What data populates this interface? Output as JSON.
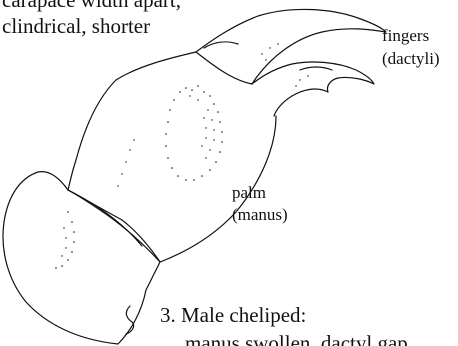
{
  "header": {
    "line1": "carapace width apart,",
    "line2": "clindrical, shorter"
  },
  "labels": {
    "fingers": "fingers",
    "fingers_sub": "(dactyli)",
    "palm": "palm",
    "palm_sub": "(manus)"
  },
  "caption": {
    "title": "3. Male cheliped:",
    "detail": "manus swollen, dactyl gap"
  },
  "colors": {
    "ink": "#111111",
    "background": "#ffffff"
  }
}
